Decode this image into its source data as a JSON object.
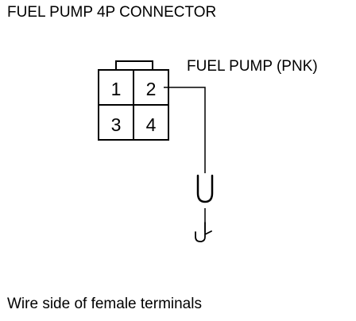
{
  "title": "FUEL PUMP 4P CONNECTOR",
  "wire_label": "FUEL PUMP (PNK)",
  "caption": "Wire side of female terminals",
  "connector": {
    "pins": [
      "1",
      "2",
      "3",
      "4"
    ]
  },
  "colors": {
    "line": "#000000",
    "background": "#ffffff"
  }
}
